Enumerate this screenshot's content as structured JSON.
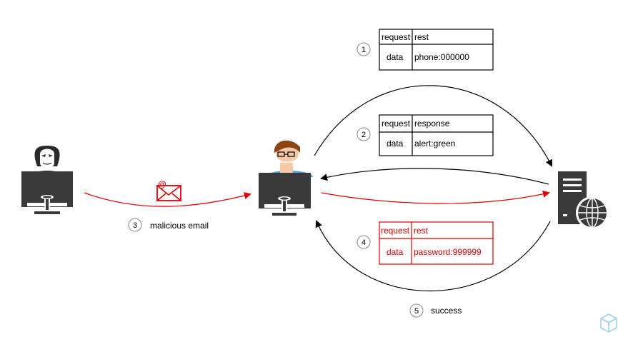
{
  "steps": [
    {
      "number": "1"
    },
    {
      "number": "2"
    },
    {
      "number": "3",
      "label": "malicious email"
    },
    {
      "number": "4"
    },
    {
      "number": "5",
      "label": "success"
    }
  ],
  "tables": [
    {
      "rows": [
        {
          "key": "request",
          "value": "rest"
        },
        {
          "key": "data",
          "value": "phone:000000"
        }
      ],
      "color": "#000000"
    },
    {
      "rows": [
        {
          "key": "request",
          "value": "response"
        },
        {
          "key": "data",
          "value": "alert:green"
        }
      ],
      "color": "#000000"
    },
    {
      "rows": [
        {
          "key": "request",
          "value": "rest"
        },
        {
          "key": "data",
          "value": "password:999999"
        }
      ],
      "color": "#e00000"
    }
  ],
  "actors": [
    {
      "icon": "hacker-icon"
    },
    {
      "icon": "email-icon"
    },
    {
      "icon": "user-icon"
    },
    {
      "icon": "web-server-icon"
    }
  ],
  "colors": {
    "arrow": "#000000",
    "attack": "#e00000",
    "monitor": "#3a3a3a"
  }
}
